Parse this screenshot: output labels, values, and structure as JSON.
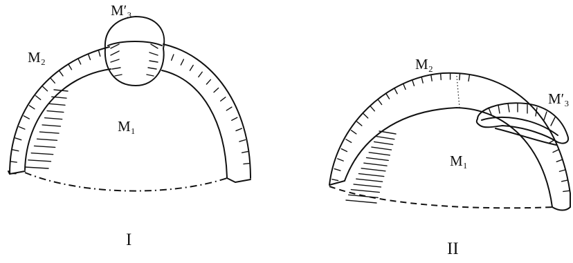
{
  "figures": [
    {
      "id": "I",
      "caption": "I",
      "labels": {
        "outer_band": "M₂",
        "inner_region": "M₁",
        "top_cap": "M′₃"
      }
    },
    {
      "id": "II",
      "caption": "II",
      "labels": {
        "outer_band": "M₂",
        "inner_region": "M₁",
        "side_cap": "M′₃"
      }
    }
  ],
  "colors": {
    "ink": "#111111",
    "background": "#ffffff"
  }
}
